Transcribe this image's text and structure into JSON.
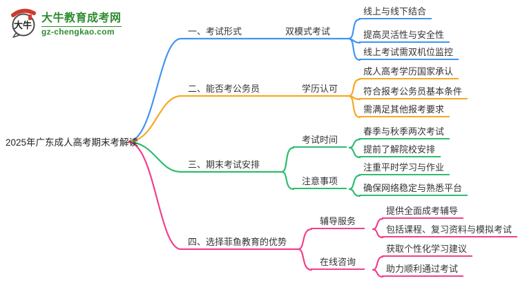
{
  "logo": {
    "icon_text": "大牛",
    "title": "大牛教育成考网",
    "url": "gz-chengkao.com",
    "brand_green": "#2e8b30",
    "icon_red": "#cf3a30"
  },
  "mindmap": {
    "root": "2025年广东成人高考期末考解读",
    "colors": {
      "branch1_blue": "#4094f0",
      "branch2_orange": "#f7a821",
      "branch3_green": "#2bbd6e",
      "branch4_pink": "#f23e8c"
    },
    "branches": [
      {
        "label": "一、考试形式",
        "topic": "双模式考试",
        "color": "#4094f0",
        "leaves": [
          "线上与线下结合",
          "提高灵活性与安全性",
          "线上考试需双机位监控"
        ]
      },
      {
        "label": "二、能否考公务员",
        "topic": "学历认可",
        "color": "#f7a821",
        "leaves": [
          "成人高考学历国家承认",
          "符合报考公务员基本条件",
          "需满足其他报考要求"
        ]
      },
      {
        "label": "三、期末考试安排",
        "color": "#2bbd6e",
        "groups": [
          {
            "label": "考试时间",
            "leaves": [
              "春季与秋季两次考试",
              "提前了解院校安排"
            ]
          },
          {
            "label": "注意事项",
            "leaves": [
              "注重平时学习与作业",
              "确保网络稳定与熟悉平台"
            ]
          }
        ]
      },
      {
        "label": "四、选择菲鱼教育的优势",
        "color": "#f23e8c",
        "groups": [
          {
            "label": "辅导服务",
            "leaves": [
              "提供全面成考辅导",
              "包括课程、复习资料与模拟考试"
            ]
          },
          {
            "label": "在线咨询",
            "leaves": [
              "获取个性化学习建议",
              "助力顺利通过考试"
            ]
          }
        ]
      }
    ]
  }
}
